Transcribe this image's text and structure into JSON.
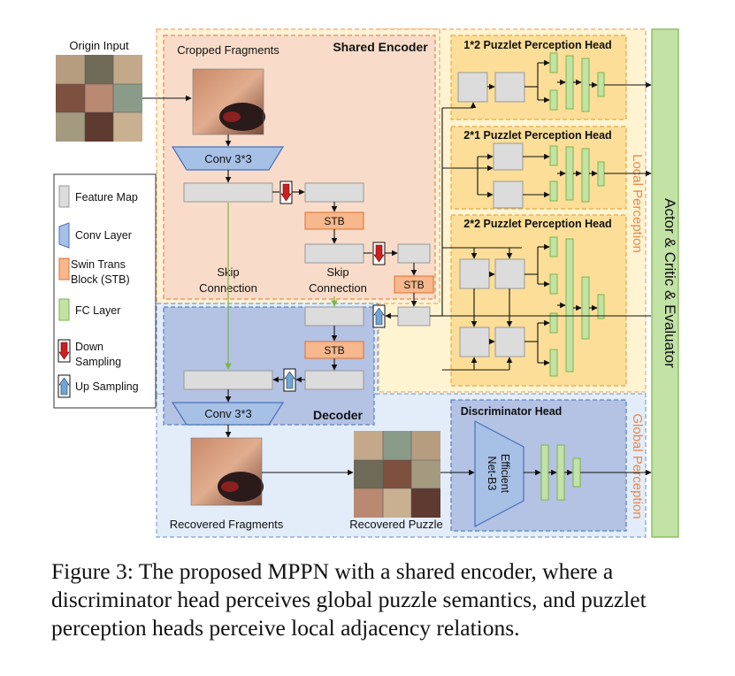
{
  "diagram": {
    "origin_input": "Origin Input",
    "cropped_fragments": "Cropped Fragments",
    "shared_encoder": "Shared Encoder",
    "decoder": "Decoder",
    "conv_top": "Conv 3*3",
    "conv_bottom": "Conv 3*3",
    "stb": "STB",
    "skip_connection_1": [
      "Skip",
      "Connection"
    ],
    "skip_connection_2": [
      "Skip",
      "Connection"
    ],
    "head_12": "1*2 Puzzlet Perception Head",
    "head_21": "2*1 Puzzlet Perception Head",
    "head_22": "2*2 Puzzlet Perception Head",
    "discriminator_head": "Discriminator Head",
    "efficient_net": [
      "Efficient",
      "Net-B3"
    ],
    "local_perception": "Local Perception",
    "global_perception": "Global Perception",
    "actor_critic": "Actor & Critic & Evaluator",
    "recovered_fragments": "Recovered Fragments",
    "recovered_puzzle": "Recovered Puzzle",
    "legend": {
      "feature_map": "Feature Map",
      "conv_layer": "Conv Layer",
      "swin": [
        "Swin Trans",
        "Block (STB)"
      ],
      "fc_layer": "FC Layer",
      "down_sampling": [
        "Down",
        "Sampling"
      ],
      "up_sampling": "Up Sampling"
    },
    "colors": {
      "encoder_fill": "#f8dcc9",
      "decoder_fill": "#b4c2e4",
      "head_fill": "#fcde98",
      "stb_fill": "#f6b88c",
      "conv_fill": "#a6c0e6",
      "fc_fill": "#c3e2a6",
      "feature_fill": "#d9d9d9",
      "down_arrow": "#cc2020",
      "up_arrow": "#6fa6d8",
      "region_label": "#e8884a"
    }
  },
  "caption": "Figure 3: The proposed MPPN with a shared encoder, where a discriminator head perceives global puzzle semantics, and puzzlet perception heads perceive local adjacency relations."
}
